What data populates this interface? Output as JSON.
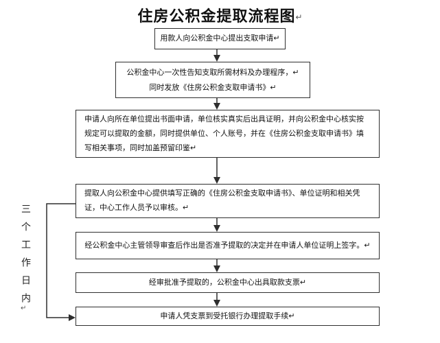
{
  "title": {
    "text": "住房公积金提取流程图",
    "return_mark": "↵"
  },
  "side_label": {
    "text": "三个工作日内",
    "return_mark": "↵"
  },
  "boxes": {
    "b1": {
      "text": "用款人向公积金中心提出支取申请↵"
    },
    "b2": {
      "line1": "公积金中心一次性告知支取所需材料及办理程序，↵",
      "line2": "同时发放《住房公积金支取申请书》↵"
    },
    "b3": {
      "text": "申请人向所在单位提出书面申请，单位核实真实后出具证明，并向公积金中心核实按规定可以提取的金额，同时提供单位、个人账号，并在《住房公积金支取申请书》填写相关事项，同时加盖预留印鉴↵"
    },
    "b4": {
      "text": "提取人向公积金中心提供填写正确的《住房公积金支取申请书》、单位证明和相关凭证，中心工作人员予以审核。↵"
    },
    "b5": {
      "text": "经公积金中心主管领导审查后作出是否准予提取的决定并在申请人单位证明上签字。↵"
    },
    "b6": {
      "text": "经审批准予提取的，公积金中心出具取款支票↵"
    },
    "b7": {
      "text": "申请人凭支票到受托银行办理提取手续↵"
    }
  },
  "colors": {
    "background": "#ffffff",
    "text": "#111111",
    "line": "#2e2e2e"
  }
}
